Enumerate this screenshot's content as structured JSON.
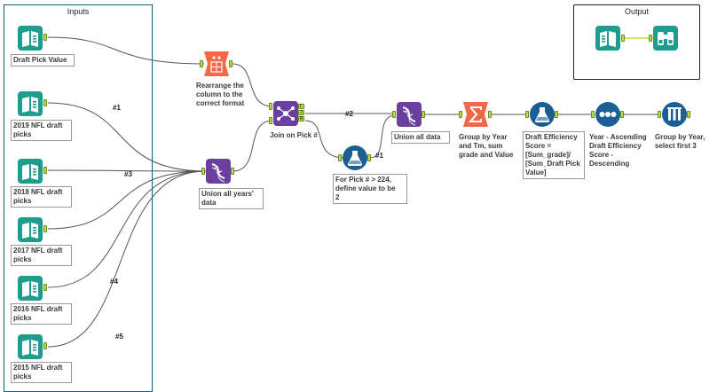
{
  "containers": {
    "inputs_title": "Inputs",
    "output_title": "Output"
  },
  "colors": {
    "input_green": "#1e9c8e",
    "preparation_orange": "#f2694a",
    "join_purple": "#6b3fa0",
    "formula_blue": "#1b5e91",
    "sort_blue": "#1c5f96",
    "anchor_green": "#b7e04a",
    "container_border": "#1d5f82"
  },
  "tools": {
    "draft_pick_value": {
      "label": "Draft Pick Value",
      "icon": "input-data-icon"
    },
    "nfl_2019": {
      "label": "2019 NFL draft\npicks",
      "icon": "input-data-icon"
    },
    "nfl_2018": {
      "label": "2018 NFL draft\npicks",
      "icon": "input-data-icon"
    },
    "nfl_2017": {
      "label": "2017 NFL draft\npicks",
      "icon": "input-data-icon"
    },
    "nfl_2016": {
      "label": "2016 NFL draft\npicks",
      "icon": "input-data-icon"
    },
    "nfl_2015": {
      "label": "2015 NFL draft\npicks",
      "icon": "input-data-icon"
    },
    "rearrange": {
      "label": "Rearrange the\ncolumn to the\ncorrect format",
      "icon": "arrange-icon"
    },
    "union_years": {
      "label": "Union all years'\ndata",
      "icon": "union-icon"
    },
    "join_pick": {
      "label": "Join on Pick #",
      "icon": "join-icon"
    },
    "formula_pick": {
      "label": "For Pick # > 224,\ndefine value to be\n2",
      "icon": "formula-icon"
    },
    "union_all": {
      "label": "Union all data",
      "icon": "union-icon"
    },
    "summarize": {
      "label": "Group by Year\nand Tm, sum\ngrade and Value",
      "icon": "summarize-icon"
    },
    "formula_eff": {
      "label": "Draft Efficiency\nScore =\n[Sum_grade]/\n[Sum_Draft Pick\nValue]",
      "icon": "formula-icon"
    },
    "sort": {
      "label": "Year - Ascending\nDraft Efficiency\nScore -\nDescending",
      "icon": "sort-icon"
    },
    "sample": {
      "label": "Group by Year,\nselect first 3",
      "icon": "sample-icon"
    },
    "output_data": {
      "icon": "output-data-icon"
    },
    "browse": {
      "icon": "browse-icon"
    }
  },
  "join_anchors": {
    "left": "L",
    "join": "J",
    "right": "R"
  },
  "connections": {
    "c1": "#1",
    "c2": "#2",
    "c3": "#3",
    "c4": "#4",
    "c5": "#5",
    "c_formula": "#1"
  }
}
